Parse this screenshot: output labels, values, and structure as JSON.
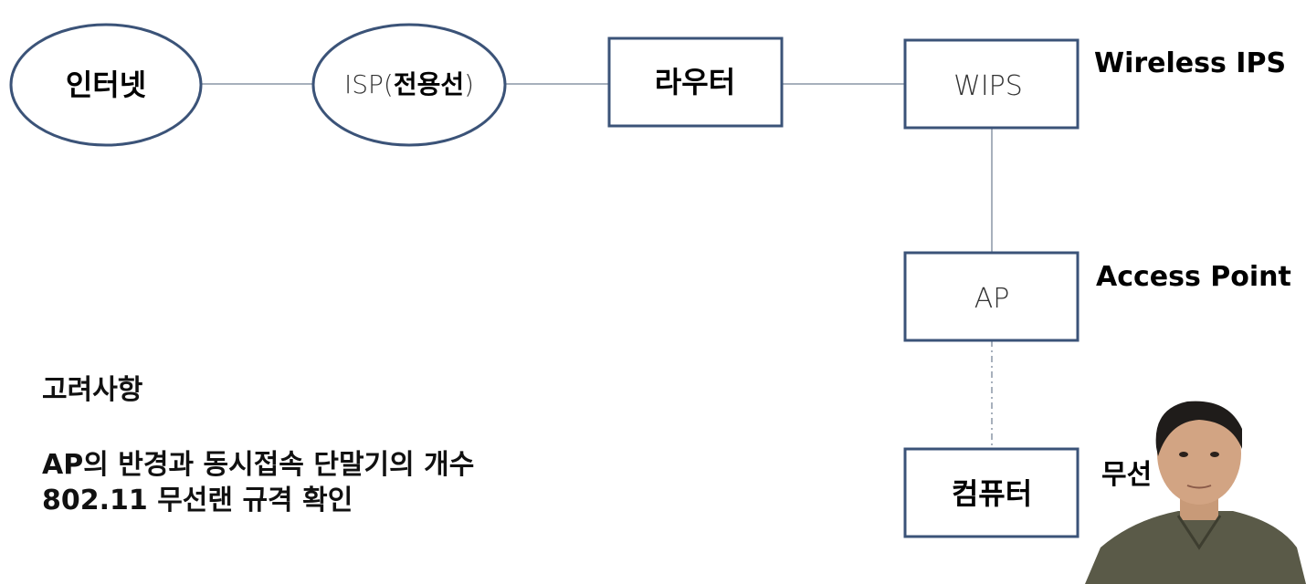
{
  "diagram": {
    "nodes": {
      "internet": {
        "label": "인터넷"
      },
      "isp": {
        "label_prefix": "ISP(",
        "label_bold": "전용선",
        "label_suffix": ")"
      },
      "router": {
        "label": "라우터"
      },
      "wips": {
        "label": "WIPS"
      },
      "ap": {
        "label": "AP"
      },
      "computer": {
        "label": "컴퓨터"
      }
    },
    "side_labels": {
      "wips": "Wireless IPS",
      "ap": "Access Point",
      "computer": "무선"
    },
    "colors": {
      "node_border": "#3b5378",
      "connector": "#8a96a6"
    }
  },
  "notes": {
    "title": "고려사항",
    "lines": [
      "AP의 반경과 동시접속 단말기의 개수",
      "802.11 무선랜 규격 확인"
    ]
  }
}
